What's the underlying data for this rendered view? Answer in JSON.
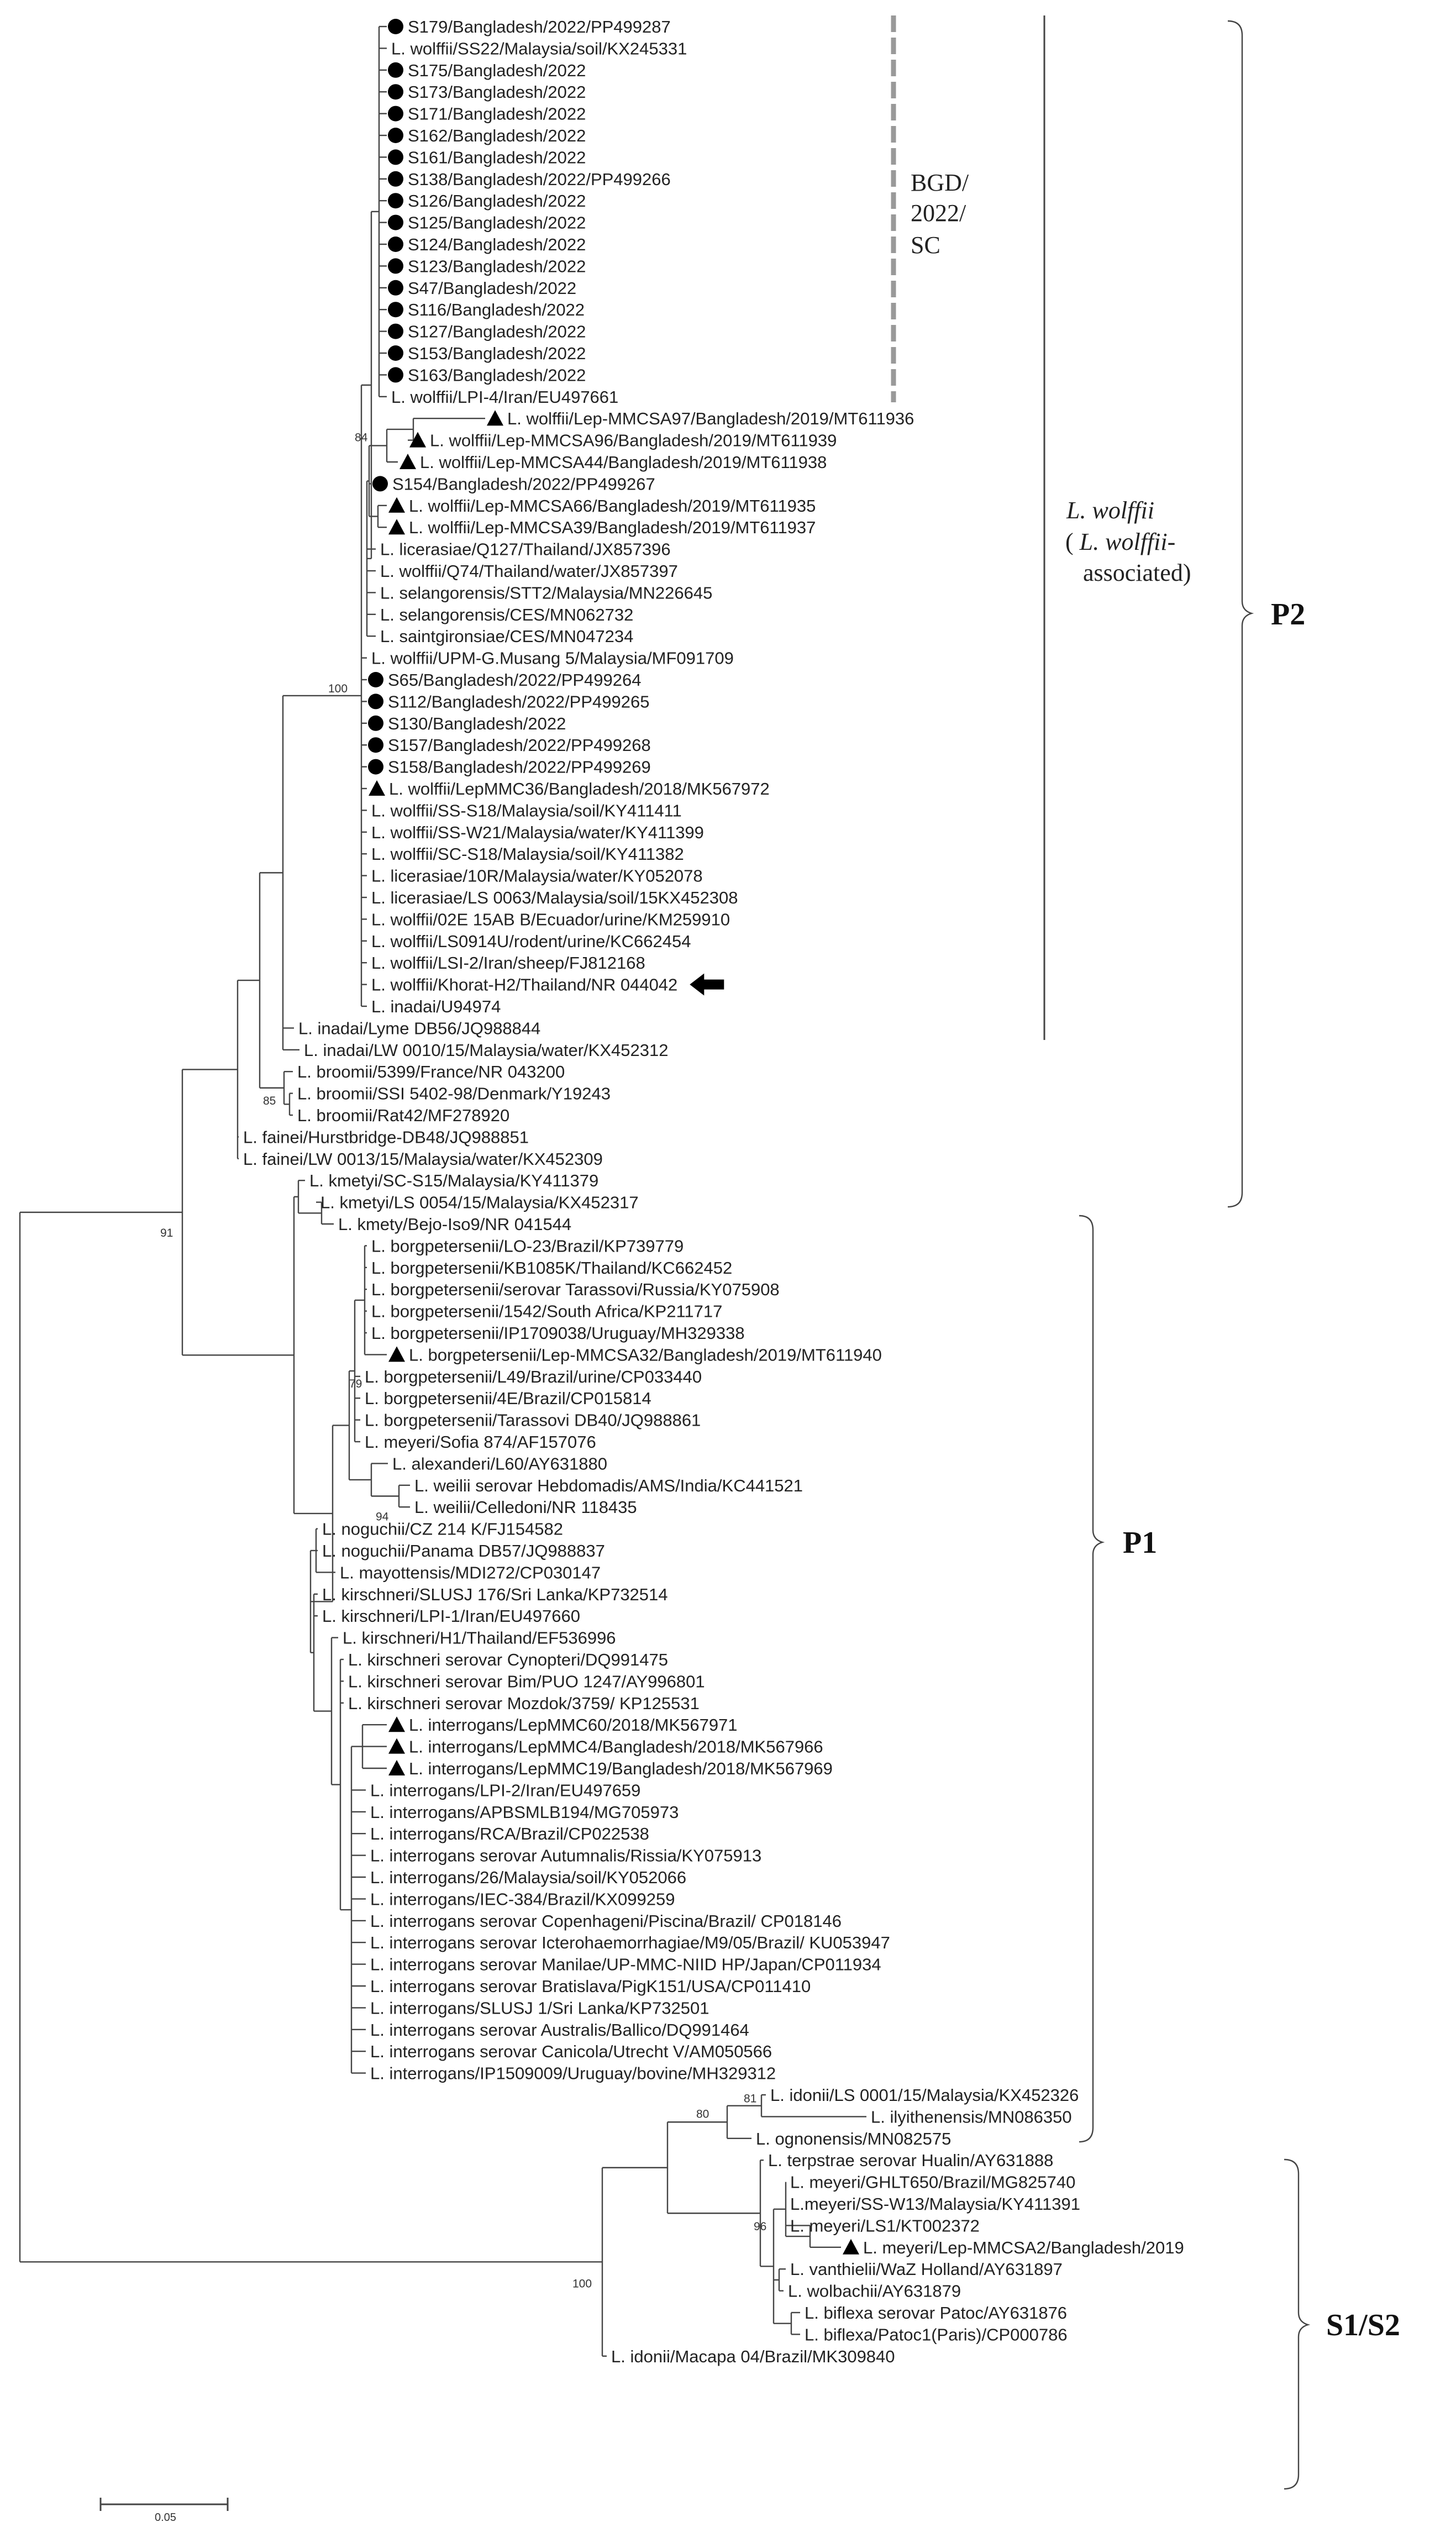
{
  "tree": {
    "leaves": [
      {
        "id": "l1",
        "label": "S179/Bangladesh/2022/PP499287",
        "marker": "circle"
      },
      {
        "id": "l2",
        "label": "L. wolffii/SS22/Malaysia/soil/KX245331",
        "marker": ""
      },
      {
        "id": "l3",
        "label": "S175/Bangladesh/2022",
        "marker": "circle"
      },
      {
        "id": "l4",
        "label": "S173/Bangladesh/2022",
        "marker": "circle"
      },
      {
        "id": "l5",
        "label": "S171/Bangladesh/2022",
        "marker": "circle"
      },
      {
        "id": "l6",
        "label": "S162/Bangladesh/2022",
        "marker": "circle"
      },
      {
        "id": "l7",
        "label": "S161/Bangladesh/2022",
        "marker": "circle"
      },
      {
        "id": "l8",
        "label": "S138/Bangladesh/2022/PP499266",
        "marker": "circle"
      },
      {
        "id": "l9",
        "label": "S126/Bangladesh/2022",
        "marker": "circle"
      },
      {
        "id": "l10",
        "label": "S125/Bangladesh/2022",
        "marker": "circle"
      },
      {
        "id": "l11",
        "label": "S124/Bangladesh/2022",
        "marker": "circle"
      },
      {
        "id": "l12",
        "label": "S123/Bangladesh/2022",
        "marker": "circle"
      },
      {
        "id": "l13",
        "label": "S47/Bangladesh/2022",
        "marker": "circle"
      },
      {
        "id": "l14",
        "label": "S116/Bangladesh/2022",
        "marker": "circle"
      },
      {
        "id": "l15",
        "label": "S127/Bangladesh/2022",
        "marker": "circle"
      },
      {
        "id": "l16",
        "label": "S153/Bangladesh/2022",
        "marker": "circle"
      },
      {
        "id": "l17",
        "label": "S163/Bangladesh/2022",
        "marker": "circle"
      },
      {
        "id": "l18",
        "label": "L. wolffii/LPI-4/Iran/EU497661",
        "marker": ""
      },
      {
        "id": "l19",
        "label": "L. wolffii/Lep-MMCSA97/Bangladesh/2019/MT611936",
        "marker": "triangle"
      },
      {
        "id": "l20",
        "label": "L. wolffii/Lep-MMCSA96/Bangladesh/2019/MT611939",
        "marker": "triangle"
      },
      {
        "id": "l21",
        "label": "L. wolffii/Lep-MMCSA44/Bangladesh/2019/MT611938",
        "marker": "triangle"
      },
      {
        "id": "l22",
        "label": "S154/Bangladesh/2022/PP499267",
        "marker": "circle"
      },
      {
        "id": "l23",
        "label": "L. wolffii/Lep-MMCSA66/Bangladesh/2019/MT611935",
        "marker": "triangle"
      },
      {
        "id": "l24",
        "label": "L. wolffii/Lep-MMCSA39/Bangladesh/2019/MT611937",
        "marker": "triangle"
      },
      {
        "id": "l25",
        "label": "L. licerasiae/Q127/Thailand/JX857396",
        "marker": ""
      },
      {
        "id": "l26",
        "label": "L. wolffii/Q74/Thailand/water/JX857397",
        "marker": ""
      },
      {
        "id": "l27",
        "label": "L. selangorensis/STT2/Malaysia/MN226645",
        "marker": ""
      },
      {
        "id": "l28",
        "label": "L. selangorensis/CES/MN062732",
        "marker": ""
      },
      {
        "id": "l29",
        "label": "L. saintgironsiae/CES/MN047234",
        "marker": ""
      },
      {
        "id": "l30",
        "label": "L. wolffii/UPM-G.Musang 5/Malaysia/MF091709",
        "marker": ""
      },
      {
        "id": "l31",
        "label": "S65/Bangladesh/2022/PP499264",
        "marker": "circle"
      },
      {
        "id": "l32",
        "label": "S112/Bangladesh/2022/PP499265",
        "marker": "circle"
      },
      {
        "id": "l33",
        "label": "S130/Bangladesh/2022",
        "marker": "circle"
      },
      {
        "id": "l34",
        "label": "S157/Bangladesh/2022/PP499268",
        "marker": "circle"
      },
      {
        "id": "l35",
        "label": "S158/Bangladesh/2022/PP499269",
        "marker": "circle"
      },
      {
        "id": "l36",
        "label": "L. wolffii/LepMMC36/Bangladesh/2018/MK567972",
        "marker": "triangle"
      },
      {
        "id": "l37",
        "label": "L. wolffii/SS-S18/Malaysia/soil/KY411411",
        "marker": ""
      },
      {
        "id": "l38",
        "label": "L. wolffii/SS-W21/Malaysia/water/KY411399",
        "marker": ""
      },
      {
        "id": "l39",
        "label": "L. wolffii/SC-S18/Malaysia/soil/KY411382",
        "marker": ""
      },
      {
        "id": "l40",
        "label": "L. licerasiae/10R/Malaysia/water/KY052078",
        "marker": ""
      },
      {
        "id": "l41",
        "label": "L. licerasiae/LS 0063/Malaysia/soil/15KX452308",
        "marker": ""
      },
      {
        "id": "l42",
        "label": "L. wolffii/02E 15AB B/Ecuador/urine/KM259910",
        "marker": ""
      },
      {
        "id": "l43",
        "label": "L. wolffii/LS0914U/rodent/urine/KC662454",
        "marker": ""
      },
      {
        "id": "l44",
        "label": "L. wolffii/LSI-2/Iran/sheep/FJ812168",
        "marker": ""
      },
      {
        "id": "l45",
        "label": "L. wolffii/Khorat-H2/Thailand/NR 044042",
        "marker": "arrow"
      },
      {
        "id": "l46",
        "label": "L. inadai/U94974",
        "marker": ""
      },
      {
        "id": "l47",
        "label": "L. inadai/Lyme DB56/JQ988844",
        "marker": ""
      },
      {
        "id": "l48",
        "label": "L. inadai/LW 0010/15/Malaysia/water/KX452312",
        "marker": ""
      },
      {
        "id": "l49",
        "label": "L. broomii/5399/France/NR 043200",
        "marker": ""
      },
      {
        "id": "l50",
        "label": "L. broomii/SSI 5402-98/Denmark/Y19243",
        "marker": ""
      },
      {
        "id": "l51",
        "label": "L. broomii/Rat42/MF278920",
        "marker": ""
      },
      {
        "id": "l52",
        "label": "L. fainei/Hurstbridge-DB48/JQ988851",
        "marker": ""
      },
      {
        "id": "l53",
        "label": "L. fainei/LW 0013/15/Malaysia/water/KX452309",
        "marker": ""
      },
      {
        "id": "l54",
        "label": "L. kmetyi/SC-S15/Malaysia/KY411379",
        "marker": ""
      },
      {
        "id": "l55",
        "label": "L. kmetyi/LS 0054/15/Malaysia/KX452317",
        "marker": ""
      },
      {
        "id": "l56",
        "label": "L. kmety/Bejo-Iso9/NR 041544",
        "marker": ""
      },
      {
        "id": "l57",
        "label": "L. borgpetersenii/LO-23/Brazil/KP739779",
        "marker": ""
      },
      {
        "id": "l58",
        "label": "L. borgpetersenii/KB1085K/Thailand/KC662452",
        "marker": ""
      },
      {
        "id": "l59",
        "label": "L. borgpetersenii/serovar Tarassovi/Russia/KY075908",
        "marker": ""
      },
      {
        "id": "l60",
        "label": "L. borgpetersenii/1542/South Africa/KP211717",
        "marker": ""
      },
      {
        "id": "l61",
        "label": "L. borgpetersenii/IP1709038/Uruguay/MH329338",
        "marker": ""
      },
      {
        "id": "l62",
        "label": "L. borgpetersenii/Lep-MMCSA32/Bangladesh/2019/MT611940",
        "marker": "triangle"
      },
      {
        "id": "l63",
        "label": "L. borgpetersenii/L49/Brazil/urine/CP033440",
        "marker": ""
      },
      {
        "id": "l64",
        "label": "L. borgpetersenii/4E/Brazil/CP015814",
        "marker": ""
      },
      {
        "id": "l65",
        "label": "L. borgpetersenii/Tarassovi DB40/JQ988861",
        "marker": ""
      },
      {
        "id": "l66",
        "label": "L. meyeri/Sofia 874/AF157076",
        "marker": ""
      },
      {
        "id": "l67",
        "label": "L. alexanderi/L60/AY631880",
        "marker": ""
      },
      {
        "id": "l68",
        "label": "L. weilii serovar Hebdomadis/AMS/India/KC441521",
        "marker": ""
      },
      {
        "id": "l69",
        "label": "L. weilii/Celledoni/NR 118435",
        "marker": ""
      },
      {
        "id": "l70",
        "label": "L. noguchii/CZ 214 K/FJ154582",
        "marker": ""
      },
      {
        "id": "l71",
        "label": "L. noguchii/Panama DB57/JQ988837",
        "marker": ""
      },
      {
        "id": "l72",
        "label": "L. mayottensis/MDI272/CP030147",
        "marker": ""
      },
      {
        "id": "l73",
        "label": "L. kirschneri/SLUSJ 176/Sri Lanka/KP732514",
        "marker": ""
      },
      {
        "id": "l74",
        "label": "L. kirschneri/LPI-1/Iran/EU497660",
        "marker": ""
      },
      {
        "id": "l75",
        "label": "L. kirschneri/H1/Thailand/EF536996",
        "marker": ""
      },
      {
        "id": "l76",
        "label": "L. kirschneri serovar Cynopteri/DQ991475",
        "marker": ""
      },
      {
        "id": "l77",
        "label": "L. kirschneri serovar Bim/PUO 1247/AY996801",
        "marker": ""
      },
      {
        "id": "l78",
        "label": "L. kirschneri serovar Mozdok/3759/ KP125531",
        "marker": ""
      },
      {
        "id": "l79",
        "label": "L. interrogans/LepMMC60/2018/MK567971",
        "marker": "triangle"
      },
      {
        "id": "l80",
        "label": "L. interrogans/LepMMC4/Bangladesh/2018/MK567966",
        "marker": "triangle"
      },
      {
        "id": "l81",
        "label": "L. interrogans/LepMMC19/Bangladesh/2018/MK567969",
        "marker": "triangle"
      },
      {
        "id": "l82",
        "label": "L. interrogans/LPI-2/Iran/EU497659",
        "marker": ""
      },
      {
        "id": "l83",
        "label": "L. interrogans/APBSMLB194/MG705973",
        "marker": ""
      },
      {
        "id": "l84",
        "label": "L. interrogans/RCA/Brazil/CP022538",
        "marker": ""
      },
      {
        "id": "l85",
        "label": "L. interrogans serovar Autumnalis/Rissia/KY075913",
        "marker": ""
      },
      {
        "id": "l86",
        "label": "L. interrogans/26/Malaysia/soil/KY052066",
        "marker": ""
      },
      {
        "id": "l87",
        "label": "L. interrogans/IEC-384/Brazil/KX099259",
        "marker": ""
      },
      {
        "id": "l88",
        "label": "L. interrogans serovar Copenhageni/Piscina/Brazil/ CP018146",
        "marker": ""
      },
      {
        "id": "l89",
        "label": "L. interrogans serovar Icterohaemorrhagiae/M9/05/Brazil/ KU053947",
        "marker": ""
      },
      {
        "id": "l90",
        "label": "L. interrogans serovar Manilae/UP-MMC-NIID HP/Japan/CP011934",
        "marker": ""
      },
      {
        "id": "l91",
        "label": "L. interrogans serovar Bratislava/PigK151/USA/CP011410",
        "marker": ""
      },
      {
        "id": "l92",
        "label": "L. interrogans/SLUSJ 1/Sri Lanka/KP732501",
        "marker": ""
      },
      {
        "id": "l93",
        "label": "L. interrogans serovar Australis/Ballico/DQ991464",
        "marker": ""
      },
      {
        "id": "l94",
        "label": "L. interrogans serovar Canicola/Utrecht V/AM050566",
        "marker": ""
      },
      {
        "id": "l95",
        "label": "L. interrogans/IP1509009/Uruguay/bovine/MH329312",
        "marker": ""
      },
      {
        "id": "l96",
        "label": "L. idonii/LS 0001/15/Malaysia/KX452326",
        "marker": ""
      },
      {
        "id": "l97",
        "label": "L. ilyithenensis/MN086350",
        "marker": ""
      },
      {
        "id": "l98",
        "label": "L. ognonensis/MN082575",
        "marker": ""
      },
      {
        "id": "l99",
        "label": "L. terpstrae serovar Hualin/AY631888",
        "marker": ""
      },
      {
        "id": "l100",
        "label": "L. meyeri/GHLT650/Brazil/MG825740",
        "marker": ""
      },
      {
        "id": "l101",
        "label": "L.meyeri/SS-W13/Malaysia/KY411391",
        "marker": ""
      },
      {
        "id": "l102",
        "label": "L. meyeri/LS1/KT002372",
        "marker": ""
      },
      {
        "id": "l103",
        "label": "L. meyeri/Lep-MMCSA2/Bangladesh/2019",
        "marker": "triangle"
      },
      {
        "id": "l104",
        "label": "L. vanthielii/WaZ Holland/AY631897",
        "marker": ""
      },
      {
        "id": "l105",
        "label": "L. wolbachii/AY631879",
        "marker": ""
      },
      {
        "id": "l106",
        "label": "L. biflexa serovar Patoc/AY631876",
        "marker": ""
      },
      {
        "id": "l107",
        "label": "L. biflexa/Patoc1(Paris)/CP000786",
        "marker": ""
      },
      {
        "id": "l108",
        "label": "L. idonii/Macapa 04/Brazil/MK309840",
        "marker": ""
      }
    ],
    "bootstrap": [
      "84",
      "100",
      "85",
      "91",
      "79",
      "94",
      "81",
      "80",
      "96",
      "100"
    ],
    "groups": {
      "bgd_line1": "BGD/",
      "bgd_line2": "2022/",
      "bgd_line3": "SC",
      "wolffii_line1": "L. wolffii",
      "wolffii_line2_open": "( ",
      "wolffii_line2_italic": "L. wolffii",
      "wolffii_line2_tail": "-",
      "wolffii_line3": "associated)"
    },
    "clades": {
      "p2": "P2",
      "p1": "P1",
      "s1s2": "S1/S2"
    },
    "scale_bar": {
      "label": "0.05"
    }
  },
  "colors": {
    "branch": "#444444",
    "dashed": "#999999",
    "marker": "#000000",
    "text": "#222222"
  }
}
